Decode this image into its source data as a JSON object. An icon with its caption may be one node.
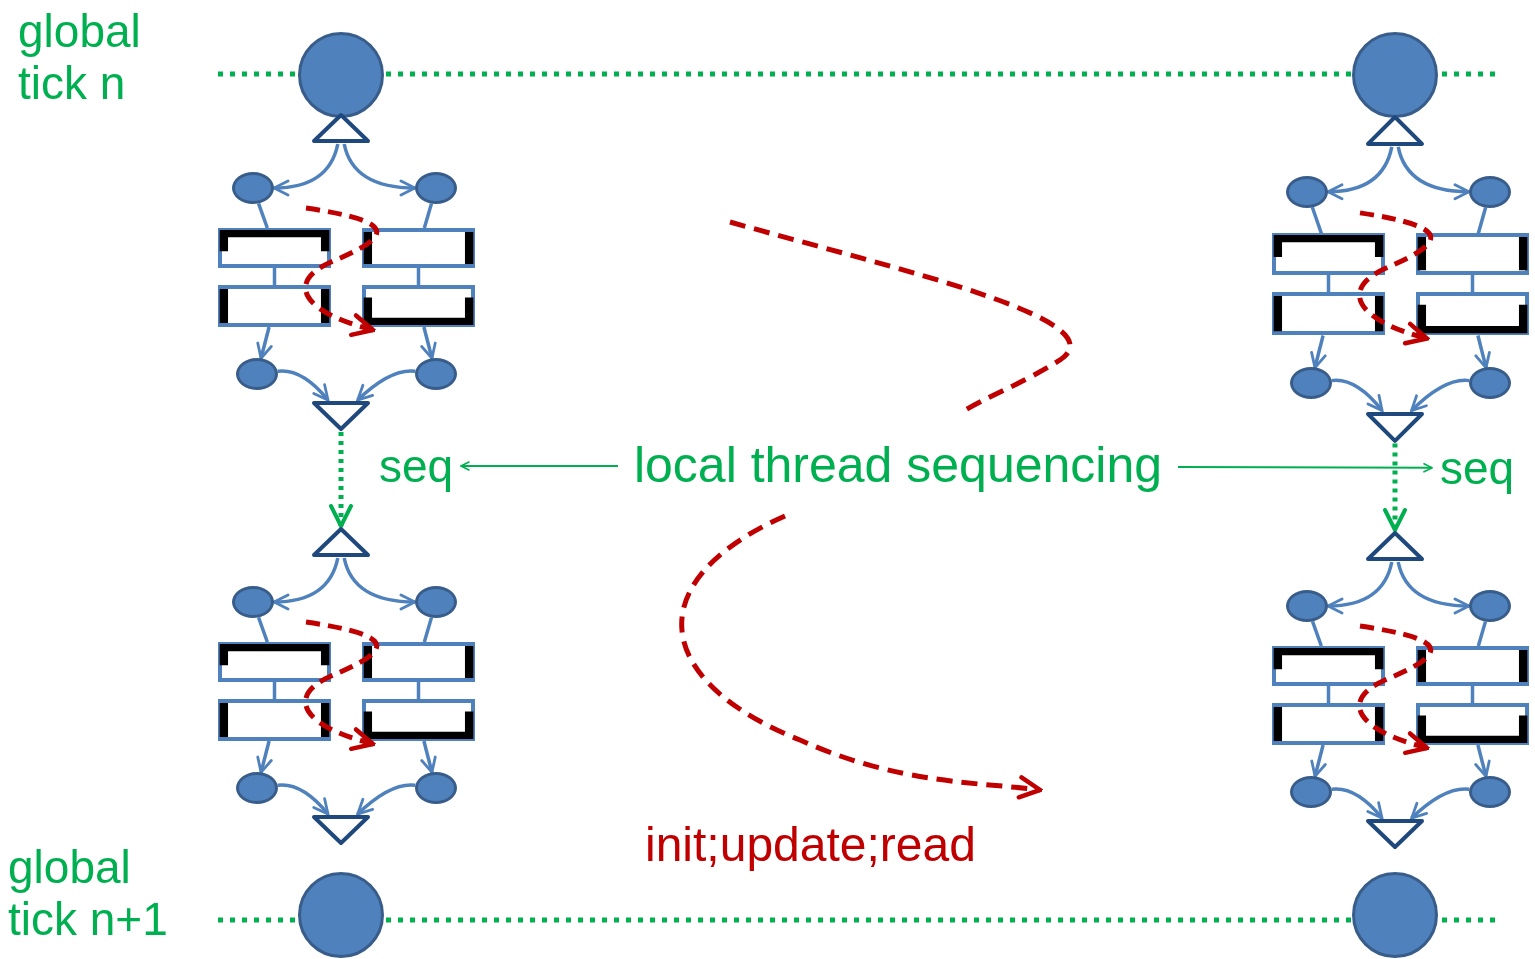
{
  "diagram": {
    "nodes": [
      {
        "text": [],
        "shape": "circle"
      },
      {
        "text": [],
        "shape": "circle"
      },
      {
        "text": [],
        "shape": "triangle"
      },
      {
        "text": [],
        "shape": "circle"
      },
      {
        "text": [],
        "shape": "circle"
      },
      {
        "text": [],
        "shape": "box"
      },
      {
        "text": [],
        "shape": "box"
      },
      {
        "text": [],
        "shape": "box"
      },
      {
        "text": [],
        "shape": "box"
      },
      {
        "text": [],
        "shape": "circle"
      },
      {
        "text": [],
        "shape": "circle"
      },
      {
        "text": [],
        "shape": "triangle"
      },
      {
        "text": [],
        "shape": "triangle"
      },
      {
        "text": [],
        "shape": "circle"
      },
      {
        "text": [],
        "shape": "circle"
      },
      {
        "text": [],
        "shape": "box"
      },
      {
        "text": [],
        "shape": "box"
      },
      {
        "text": [],
        "shape": "box"
      },
      {
        "text": [],
        "shape": "box"
      },
      {
        "text": [],
        "shape": "circle"
      },
      {
        "text": [],
        "shape": "circle"
      },
      {
        "text": [],
        "shape": "triangle"
      },
      {
        "text": [
          "seq"
        ]
      },
      {
        "text": [
          "local thread sequencing"
        ]
      },
      {
        "text": [
          "seq"
        ]
      },
      {
        "text": [],
        "shape": "triangle"
      },
      {
        "text": [],
        "shape": "circle"
      },
      {
        "text": [],
        "shape": "circle"
      },
      {
        "text": [],
        "shape": "box"
      },
      {
        "text": [],
        "shape": "box"
      },
      {
        "text": [],
        "shape": "box"
      },
      {
        "text": [],
        "shape": "box"
      },
      {
        "text": [],
        "shape": "circle"
      },
      {
        "text": [],
        "shape": "circle"
      },
      {
        "text": [],
        "shape": "triangle"
      },
      {
        "text": [],
        "shape": "triangle"
      },
      {
        "text": [],
        "shape": "circle"
      },
      {
        "text": [],
        "shape": "circle"
      },
      {
        "text": [],
        "shape": "box"
      },
      {
        "text": [],
        "shape": "box"
      },
      {
        "text": [],
        "shape": "box"
      },
      {
        "text": [],
        "shape": "box"
      },
      {
        "text": [],
        "shape": "circle"
      },
      {
        "text": [],
        "shape": "circle"
      },
      {
        "text": [],
        "shape": "triangle"
      },
      {
        "text": [],
        "shape": "circle"
      },
      {
        "text": [],
        "shape": "circle"
      }
    ],
    "edges": [
      {
        "from": 2,
        "to": 3,
        "arrow": "to"
      },
      {
        "from": 2,
        "to": 4,
        "arrow": "to"
      },
      {
        "from": 3,
        "to": 5,
        "arrow": "none"
      },
      {
        "from": 4,
        "to": 6,
        "arrow": "none"
      },
      {
        "from": 5,
        "to": 7,
        "arrow": "none"
      },
      {
        "from": 6,
        "to": 8,
        "arrow": "none"
      },
      {
        "from": 7,
        "to": 9,
        "arrow": "to"
      },
      {
        "from": 8,
        "to": 10,
        "arrow": "to"
      },
      {
        "from": 9,
        "to": 11,
        "arrow": "to"
      },
      {
        "from": 10,
        "to": 11,
        "arrow": "to"
      },
      {
        "from": 12,
        "to": 13,
        "arrow": "to"
      },
      {
        "from": 12,
        "to": 14,
        "arrow": "to"
      },
      {
        "from": 13,
        "to": 15,
        "arrow": "none"
      },
      {
        "from": 14,
        "to": 16,
        "arrow": "none"
      },
      {
        "from": 15,
        "to": 17,
        "arrow": "none"
      },
      {
        "from": 16,
        "to": 18,
        "arrow": "none"
      },
      {
        "from": 17,
        "to": 19,
        "arrow": "to"
      },
      {
        "from": 18,
        "to": 20,
        "arrow": "to"
      },
      {
        "from": 19,
        "to": 21,
        "arrow": "to"
      },
      {
        "from": 20,
        "to": 21,
        "arrow": "to"
      },
      {
        "from": 25,
        "to": 26,
        "arrow": "to"
      },
      {
        "from": 25,
        "to": 27,
        "arrow": "to"
      },
      {
        "from": 26,
        "to": 28,
        "arrow": "none"
      },
      {
        "from": 27,
        "to": 29,
        "arrow": "none"
      },
      {
        "from": 28,
        "to": 30,
        "arrow": "none"
      },
      {
        "from": 29,
        "to": 31,
        "arrow": "none"
      },
      {
        "from": 30,
        "to": 32,
        "arrow": "to"
      },
      {
        "from": 31,
        "to": 33,
        "arrow": "to"
      },
      {
        "from": 32,
        "to": 34,
        "arrow": "to"
      },
      {
        "from": 33,
        "to": 34,
        "arrow": "to"
      },
      {
        "from": 35,
        "to": 36,
        "arrow": "to"
      },
      {
        "from": 35,
        "to": 37,
        "arrow": "to"
      },
      {
        "from": 36,
        "to": 38,
        "arrow": "none"
      },
      {
        "from": 37,
        "to": 39,
        "arrow": "none"
      },
      {
        "from": 38,
        "to": 40,
        "arrow": "none"
      },
      {
        "from": 39,
        "to": 41,
        "arrow": "none"
      },
      {
        "from": 40,
        "to": 42,
        "arrow": "to"
      },
      {
        "from": 41,
        "to": 43,
        "arrow": "to"
      },
      {
        "from": 42,
        "to": 44,
        "arrow": "to"
      },
      {
        "from": 43,
        "to": 44,
        "arrow": "to"
      },
      {
        "from": 11,
        "to": 25,
        "arrow": "to",
        "style": "dashed",
        "color": "#00b050"
      },
      {
        "from": 21,
        "to": 35,
        "arrow": "to",
        "style": "dashed",
        "color": "#00b050"
      },
      {
        "from": 23,
        "to": 22,
        "arrow": "to",
        "color": "#00b050"
      },
      {
        "from": 23,
        "to": 24,
        "arrow": "to",
        "color": "#00b050"
      }
    ],
    "labels": [
      "global tick n",
      "global tick n+1",
      "init;update;read"
    ]
  }
}
